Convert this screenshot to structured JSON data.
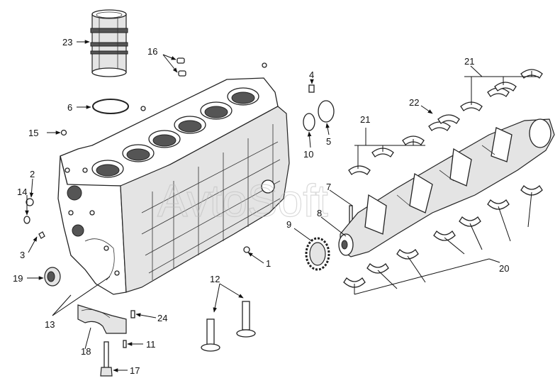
{
  "watermark": "AvtoSoft",
  "callouts": {
    "c1": "1",
    "c2": "2",
    "c3": "3",
    "c4": "4",
    "c5": "5",
    "c6": "6",
    "c7": "7",
    "c8": "8",
    "c9": "9",
    "c10": "10",
    "c11": "11",
    "c12": "12",
    "c13": "13",
    "c14": "14",
    "c15": "15",
    "c16": "16",
    "c17": "17",
    "c18": "18",
    "c19": "19",
    "c20": "20",
    "c21a": "21",
    "c21b": "21",
    "c22": "22",
    "c23": "23",
    "c24": "24"
  }
}
